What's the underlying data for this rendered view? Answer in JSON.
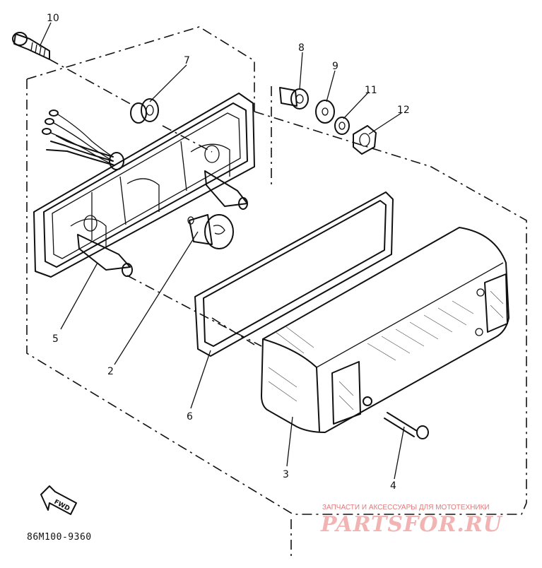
{
  "callouts": {
    "c1": "2",
    "c2": "3",
    "c3": "4",
    "c4": "5",
    "c5": "6",
    "c6": "7",
    "c7": "8",
    "c8": "9",
    "c9": "10",
    "c10": "11",
    "c11": "12"
  },
  "direction_label": "FWD",
  "drawing_code": "86M100-9360",
  "watermark": {
    "caption": "ЗАПЧАСТИ И АКСЕССУАРЫ ДЛЯ МОТОТЕХНИКИ",
    "logo": "PARTSFOR.RU"
  }
}
